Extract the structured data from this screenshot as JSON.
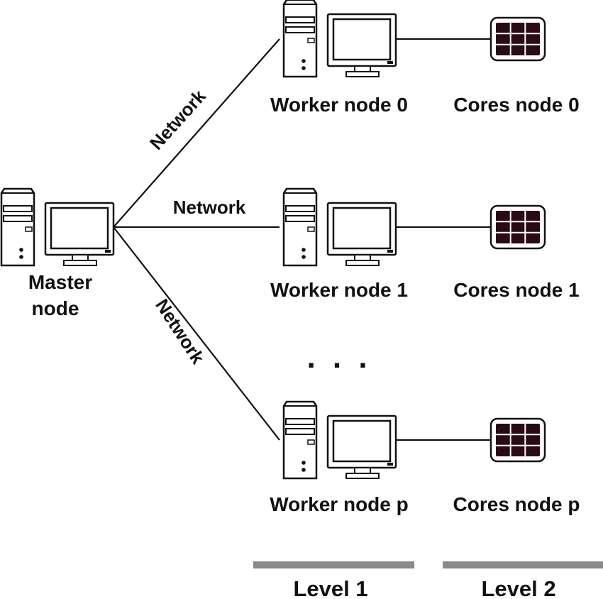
{
  "master": {
    "line1": "Master",
    "line2": "node"
  },
  "network_labels": [
    "Network",
    "Network",
    "Network"
  ],
  "workers": [
    {
      "label": "Worker node 0",
      "cores_label": "Cores node 0"
    },
    {
      "label": "Worker node 1",
      "cores_label": "Cores node 1"
    },
    {
      "label": "Worker node p",
      "cores_label": "Cores node p"
    }
  ],
  "ellipsis": ". . .",
  "levels": {
    "level1": "Level 1",
    "level2": "Level 2"
  },
  "icons": {
    "computer": "computer-icon",
    "cpu": "cpu-cores-icon"
  },
  "colors": {
    "line": "#111111",
    "chip": "#2a0a14",
    "level_bar": "#8a8a8a"
  }
}
